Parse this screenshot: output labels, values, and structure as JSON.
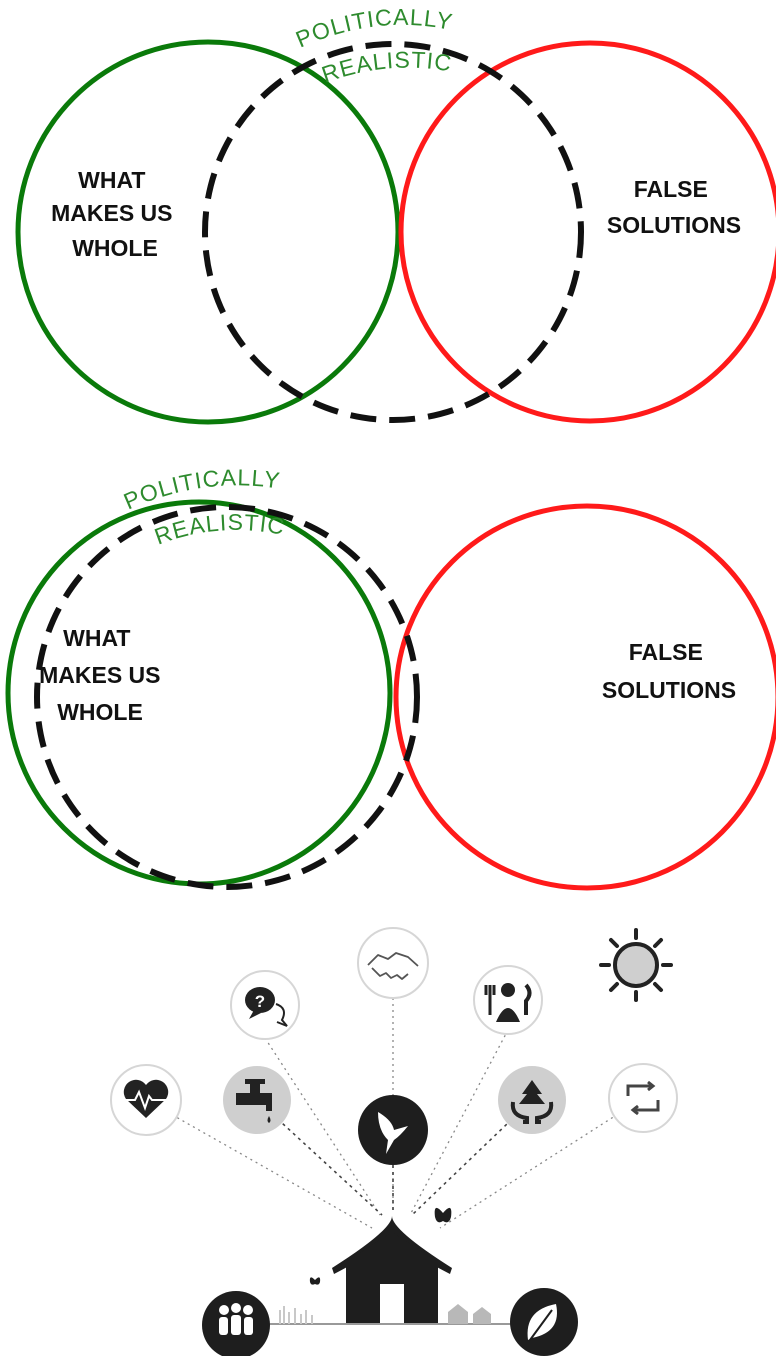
{
  "colors": {
    "whole": "#0a7a0a",
    "false_solutions": "#ff1a1a",
    "political": "#111111",
    "arc_text": "#2e8b2e",
    "icon_dark": "#1e1e1e",
    "icon_grey": "#cfcfcf"
  },
  "diagram1": {
    "whole_label": [
      "WHAT",
      "MAKES US",
      "WHOLE"
    ],
    "false_label": [
      "FALSE",
      "SOLUTIONS"
    ],
    "political_line1": "POLITICALLY",
    "political_line2": "REALISTIC"
  },
  "diagram2": {
    "whole_label": [
      "WHAT",
      "MAKES US",
      "WHOLE"
    ],
    "false_label": [
      "FALSE",
      "SOLUTIONS"
    ],
    "political_line1": "POLITICALLY",
    "political_line2": "REALISTIC"
  },
  "illustration": {
    "icons": [
      {
        "name": "handshake-icon",
        "style": "outline"
      },
      {
        "name": "question-bubble-icon",
        "style": "outline"
      },
      {
        "name": "food-icon",
        "style": "outline"
      },
      {
        "name": "sun-icon",
        "style": "plain"
      },
      {
        "name": "heart-pulse-icon",
        "style": "outline"
      },
      {
        "name": "water-tap-icon",
        "style": "grey"
      },
      {
        "name": "hummingbird-icon",
        "style": "dark"
      },
      {
        "name": "tree-hands-icon",
        "style": "grey"
      },
      {
        "name": "recycle-icon",
        "style": "outline"
      },
      {
        "name": "people-icon",
        "style": "dark"
      },
      {
        "name": "leaf-icon",
        "style": "dark"
      },
      {
        "name": "house-icon",
        "style": "dark"
      },
      {
        "name": "butterfly-icon",
        "style": "dark"
      }
    ]
  }
}
